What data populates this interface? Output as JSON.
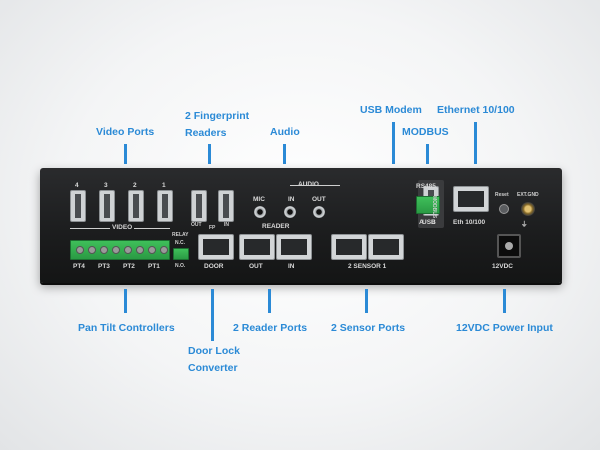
{
  "callouts": {
    "video_ports": "Video Ports",
    "fingerprint_line1": "2 Fingerprint",
    "fingerprint_line2": "Readers",
    "audio": "Audio",
    "usb_modem": "USB Modem",
    "modbus": "MODBUS",
    "ethernet": "Ethernet 10/100",
    "pan_tilt": "Pan Tilt Controllers",
    "door_lock_line1": "Door Lock",
    "door_lock_line2": "Converter",
    "reader_ports": "2 Reader Ports",
    "sensor_ports": "2 Sensor Ports",
    "power_input": "12VDC Power Input"
  },
  "panel": {
    "video_nums": [
      "4",
      "3",
      "2",
      "1"
    ],
    "video_label": "VIDEO",
    "fp_label": "FP",
    "fp_out": "OUT",
    "fp_in": "IN",
    "mic": "MIC",
    "audio_label": "AUDIO",
    "audio_in": "IN",
    "audio_out": "OUT",
    "reader_label": "READER",
    "relay_label": "RELAY",
    "relay_nc": "N.C.",
    "relay_no": "N.O.",
    "pt_labels": [
      "PT4",
      "PT3",
      "PT2",
      "PT1"
    ],
    "door": "DOOR",
    "reader_out": "OUT",
    "reader_in": "IN",
    "sensor": "2 SENSOR 1",
    "usb": "USB",
    "rs485": "RS485",
    "modbus_vertical": "MODBUS",
    "a": "A",
    "b": "B",
    "eth": "Eth 10/100",
    "reset": "Reset",
    "ext_gnd": "EXT.GND",
    "power": "12VDC"
  }
}
